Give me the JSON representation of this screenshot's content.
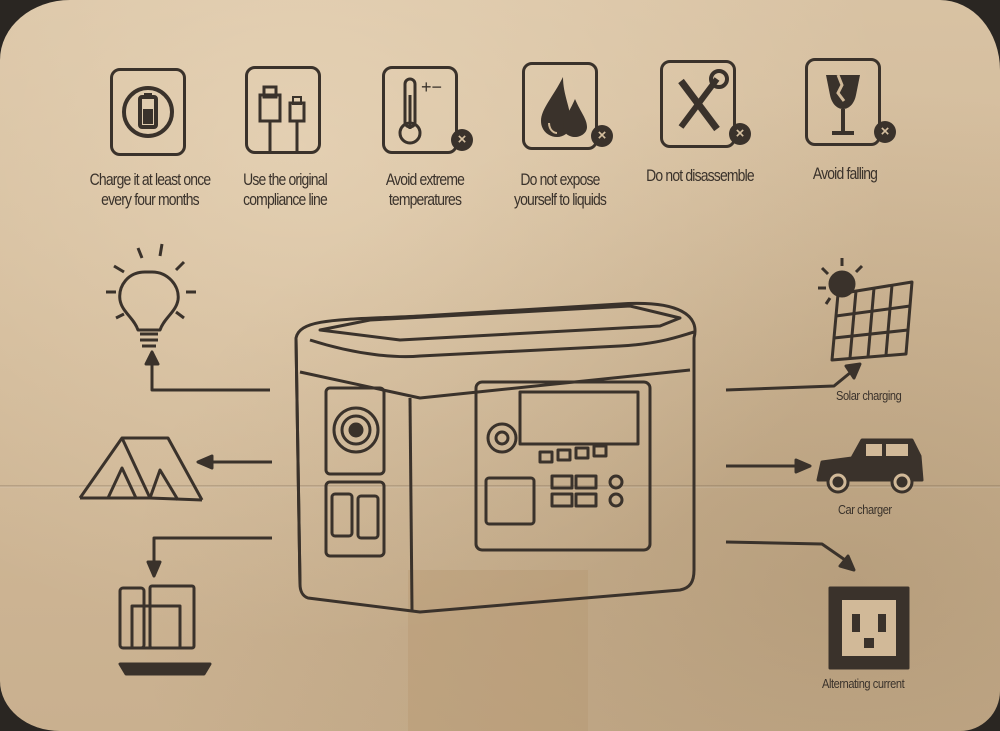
{
  "warnings": [
    {
      "icon": "battery-charge-icon",
      "line1": "Charge it at least once",
      "line2": "every four months"
    },
    {
      "icon": "usb-cable-icon",
      "line1": "Use the original",
      "line2": "compliance line"
    },
    {
      "icon": "thermometer-icon",
      "line1": "Avoid extreme",
      "line2": "temperatures"
    },
    {
      "icon": "water-drops-icon",
      "line1": "Do not expose",
      "line2": "yourself to liquids"
    },
    {
      "icon": "tools-icon",
      "line1": "Do not disassemble",
      "line2": ""
    },
    {
      "icon": "broken-glass-icon",
      "line1": "Avoid falling",
      "line2": ""
    }
  ],
  "inputs": {
    "solar": "Solar charging",
    "car": "Car charger",
    "ac": "Alternating current"
  },
  "outputs": [
    "light-bulb-icon",
    "tent-icon",
    "devices-icon"
  ],
  "colors": {
    "cardboard": "#d1b998",
    "ink": "#3a322b"
  }
}
